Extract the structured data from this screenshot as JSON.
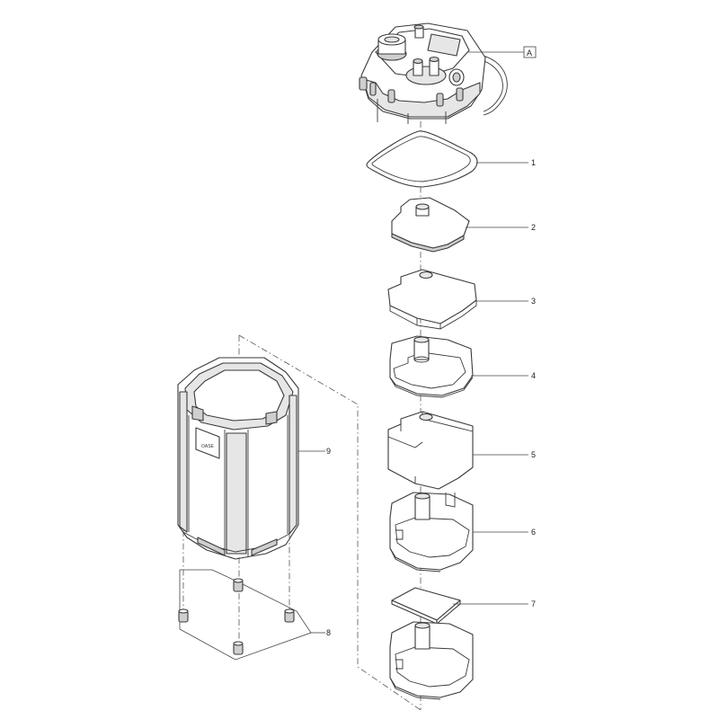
{
  "callouts": {
    "a": "A",
    "p1": "1",
    "p2": "2",
    "p3": "3",
    "p4": "4",
    "p5": "5",
    "p6": "6",
    "p7": "7",
    "p8": "8",
    "p9": "9"
  },
  "canister_logo": "OASE"
}
